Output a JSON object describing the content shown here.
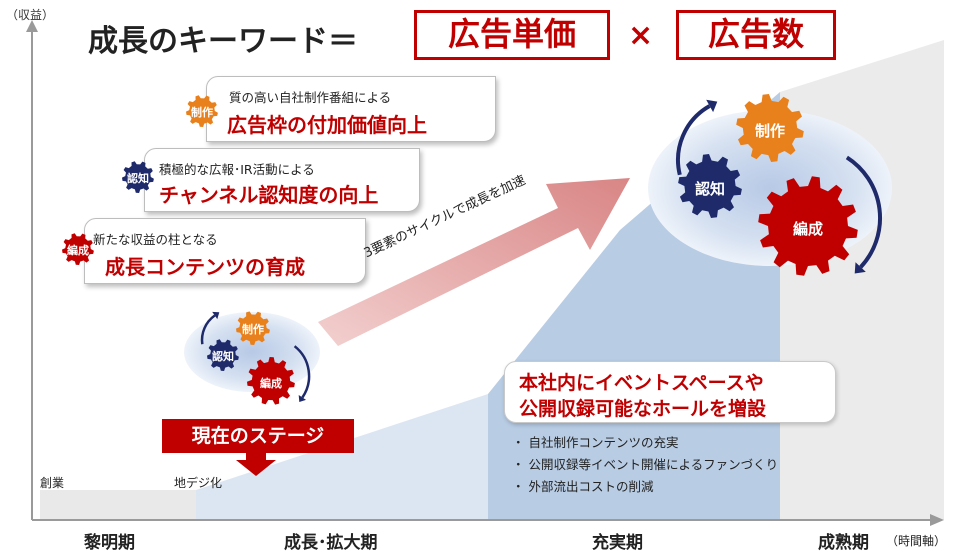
{
  "axis": {
    "y_label": "（収益）",
    "x_label": "（時間軸）",
    "phases": [
      "黎明期",
      "成長･拡大期",
      "充実期",
      "成熟期"
    ]
  },
  "title": {
    "text": "成長のキーワード＝",
    "keyword1": "広告単価",
    "times": "×",
    "keyword2": "広告数"
  },
  "cards": [
    {
      "badge": "制作",
      "sub": "質の高い自社制作番組による",
      "main": "広告枠の付加価値向上",
      "color": "#e8801c"
    },
    {
      "badge": "認知",
      "sub": "積極的な広報･IR活動による",
      "main": "チャンネル認知度の向上",
      "color": "#1f2a6b"
    },
    {
      "badge": "編成",
      "sub": "新たな収益の柱となる",
      "main": "成長コンテンツの育成",
      "color": "#c00000"
    }
  ],
  "small_gears": {
    "seisaku": "制作",
    "ninchi": "認知",
    "hensei": "編成"
  },
  "big_gears": {
    "seisaku": "制作",
    "ninchi": "認知",
    "hensei": "編成"
  },
  "arrow_text": "3要素のサイクルで成長を加速",
  "current_stage": "現在のステージ",
  "markers": {
    "founding": "創業",
    "digital": "地デジ化"
  },
  "callout": {
    "line1": "本社内にイベントスペースや",
    "line2": "公開収録可能なホールを増設"
  },
  "bullets": [
    "・ 自社制作コンテンツの充実",
    "・ 公開収録等イベント開催によるファンづくり",
    "・ 外部流出コストの削減"
  ],
  "colors": {
    "accent_red": "#c00000",
    "orange": "#e8801c",
    "navy": "#1f2a6b",
    "light_blue": "#dce6f2",
    "mid_blue": "#b8cce4",
    "gray": "#ededed"
  }
}
